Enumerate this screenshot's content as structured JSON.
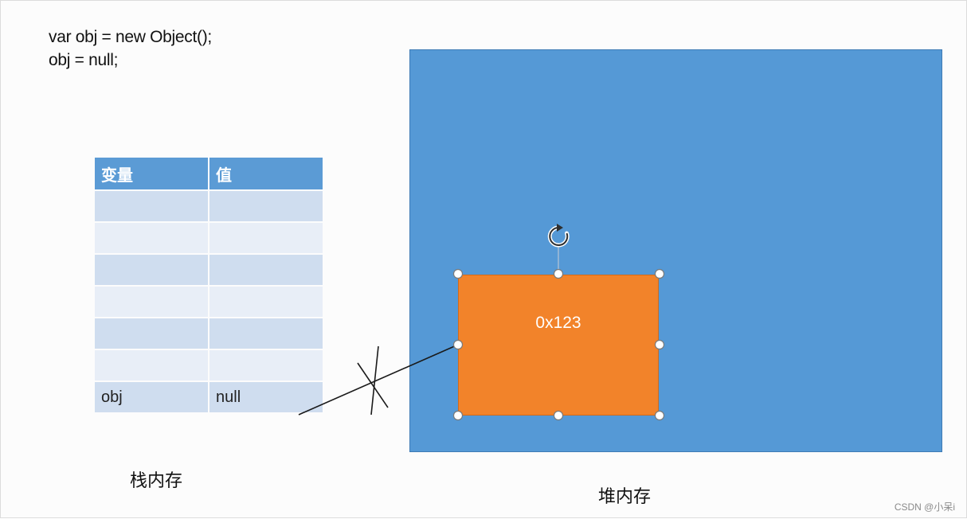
{
  "code": {
    "line1": "var obj = new Object();",
    "line2": "obj = null;"
  },
  "stack": {
    "headers": [
      "变量",
      "值"
    ],
    "rows": [
      [
        "",
        ""
      ],
      [
        "",
        ""
      ],
      [
        "",
        ""
      ],
      [
        "",
        ""
      ],
      [
        "",
        ""
      ],
      [
        "",
        ""
      ],
      [
        "obj",
        "null"
      ]
    ],
    "caption": "栈内存"
  },
  "heap": {
    "caption": "堆内存",
    "object_address": "0x123"
  },
  "icons": {
    "rotate": "rotate-handle-icon",
    "cross": "cross-out-mark"
  },
  "colors": {
    "heap_fill": "#5599d6",
    "object_fill": "#f2832a",
    "table_header": "#5b9bd5",
    "row_dark": "#cfddef",
    "row_light": "#e8eef7"
  },
  "watermark": "CSDN @小呆i"
}
